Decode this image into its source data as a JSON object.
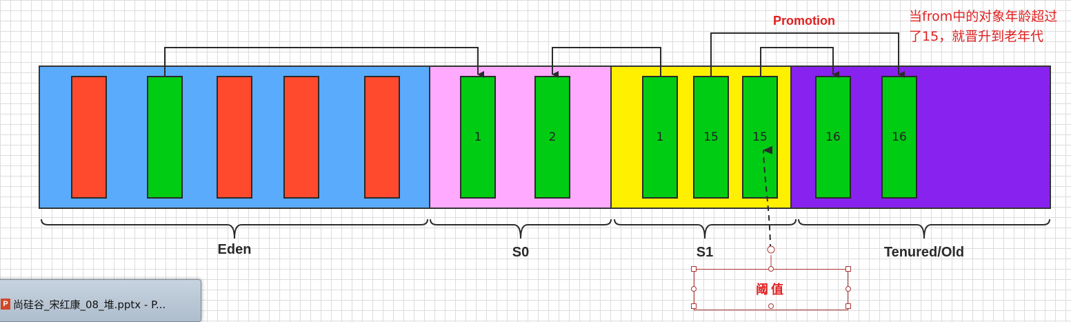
{
  "diagram": {
    "promotion_label": "Promotion",
    "note": "当from中的对象年龄超过了15，就晋升到老年代",
    "threshold_label": "阈值",
    "regions": [
      {
        "name": "Eden",
        "label": "Eden",
        "color": "#5aabfc"
      },
      {
        "name": "S0",
        "label": "S0",
        "color": "#ffaaff"
      },
      {
        "name": "S1",
        "label": "S1",
        "color": "#fff000"
      },
      {
        "name": "Tenured/Old",
        "label": "Tenured/Old",
        "color": "#8822ee"
      }
    ],
    "objects": [
      {
        "region": "Eden",
        "color": "red",
        "age": ""
      },
      {
        "region": "Eden",
        "color": "green",
        "age": ""
      },
      {
        "region": "Eden",
        "color": "red",
        "age": ""
      },
      {
        "region": "Eden",
        "color": "red",
        "age": ""
      },
      {
        "region": "Eden",
        "color": "red",
        "age": ""
      },
      {
        "region": "S0",
        "color": "green",
        "age": "1"
      },
      {
        "region": "S0",
        "color": "green",
        "age": "2"
      },
      {
        "region": "S1",
        "color": "green",
        "age": "1"
      },
      {
        "region": "S1",
        "color": "green",
        "age": "15"
      },
      {
        "region": "S1",
        "color": "green",
        "age": "15"
      },
      {
        "region": "Tenured/Old",
        "color": "green",
        "age": "16"
      },
      {
        "region": "Tenured/Old",
        "color": "green",
        "age": "16"
      }
    ]
  },
  "taskbar": {
    "icon": "P",
    "text": "尚硅谷_宋红康_08_堆.pptx - P..."
  }
}
